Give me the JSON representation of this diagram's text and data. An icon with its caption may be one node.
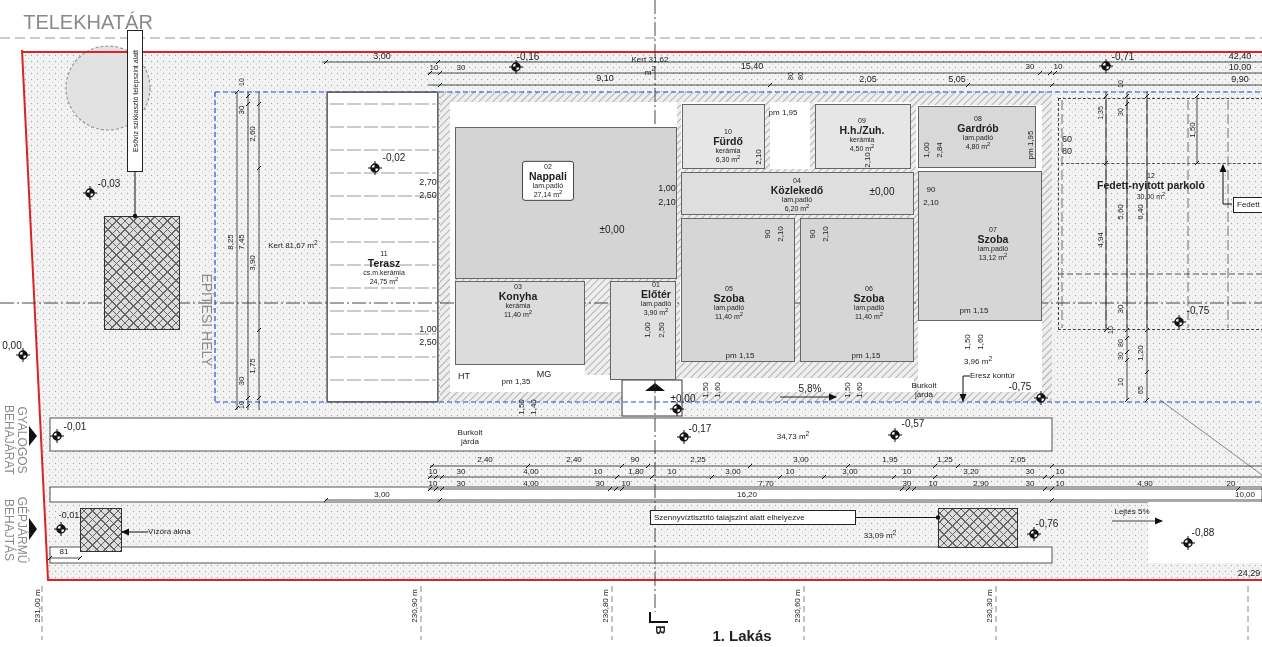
{
  "diagram": {
    "caption": "1. Lakás",
    "nodes": [
      {
        "text": [
          "Esővíz szikkasztó telepszint alatt"
        ]
      },
      {
        "text": [],
        "shape": "box"
      },
      {
        "text": [
          "02",
          "Nappali",
          "lam.padló",
          "27,14 m$^{2}$"
        ]
      },
      {
        "text": [
          "10",
          "Fürdő",
          "kerámia",
          "6,30 m$^{2}$"
        ]
      },
      {
        "text": [
          "09",
          "H.h./Zuh.",
          "kerámia",
          "4,50 m$^{2}$"
        ]
      },
      {
        "text": [
          "08",
          "Gardrób",
          "lam.padló",
          "4,80 m$^{2}$"
        ]
      },
      {
        "text": [
          "04",
          "Közlekedő",
          "lam.padló",
          "6,20 m$^{2}$"
        ]
      },
      {
        "text": [
          "11",
          "Terasz",
          "cs.m.kerámia",
          "24,75 m$^{2}$"
        ]
      },
      {
        "text": [
          "07",
          "Szoba",
          "lam.padló",
          "13,12 m$^{2}$"
        ]
      },
      {
        "text": [
          "12",
          "Fedett-nyitott parkoló",
          "30,00 m$^{2}$"
        ]
      },
      {
        "text": [
          "Fedett"
        ],
        "in": 9
      },
      {
        "text": [
          "03",
          "Konyha",
          "kerámia",
          "11,40 m$^{2}$"
        ]
      },
      {
        "text": [
          "01",
          "Előtér",
          "lam.padló",
          "3,90 m$^{2}$"
        ]
      },
      {
        "text": [
          "05",
          "Szoba",
          "lam.padló",
          "11,40 m$^{2}$"
        ]
      },
      {
        "text": [
          "06",
          "Szoba",
          "lam.padló",
          "11,40 m$^{2}$"
        ]
      },
      {
        "text": [
          "Eresz kontúr"
        ]
      },
      {
        "text": [
          "Vízóra akna"
        ]
      },
      {
        "text": [],
        "shape": "box"
      },
      {
        "text": [
          "Szennyvíztisztító talajszint alatt elhelyezve"
        ]
      },
      {
        "text": [],
        "shape": "box"
      },
      {
        "text": [],
        "shape": "bar",
        "in": 9
      }
    ],
    "edges": [
      {
        "from": 0,
        "to": 1,
        "arrow": "other"
      },
      {
        "from": 16,
        "to": 17,
        "arrow": "to"
      },
      {
        "from": 18,
        "to": 19,
        "arrow": "other"
      },
      {
        "from": 15,
        "to": null,
        "arrow": "to"
      },
      {
        "from": 10,
        "to": 20,
        "arrow": "to"
      }
    ],
    "labels": [
      "TELEKHATÁR",
      "3,00",
      "10",
      "30",
      "-0,16",
      "Kert 31,62 m$^{2}$",
      "9,10",
      "15,40",
      "80",
      "80",
      "2,05",
      "5,05",
      "30",
      "10",
      "-0,71",
      "42,40",
      "10,00",
      "9,90",
      "-0,03",
      "-0,02",
      "10",
      "30",
      "2,60",
      "8,25",
      "7,45",
      "3,90",
      "Kert 81,67 m$^{2}$",
      "ÉPÍTÉSI HELY",
      "1,75",
      "30",
      "10",
      "2,70",
      "2,50",
      "1,00",
      "2,50",
      "0,00",
      "±0,00",
      "1,00",
      "2,10",
      "pm 1,95",
      "2,10",
      "2,10",
      "1,00",
      "2,84",
      "pm 1,95",
      "60",
      "80",
      "±0,00",
      "90",
      "2,10",
      "90",
      "2,10",
      "90",
      "2,10",
      "1,00",
      "2,50",
      "HT",
      "pm 1,35",
      "MG",
      "pm 1,15",
      "pm 1,15",
      "pm 1,15",
      "1,50",
      "1,40",
      "1,50",
      "1,60",
      "5,8%",
      "±0,00",
      "1,50",
      "1,60",
      "1,50",
      "1,60",
      "3,96 m$^{2}$",
      "Burkolt járda",
      "-0,75",
      "-0,75",
      "10",
      "1,35",
      "30",
      "1,50",
      "5,60",
      "6,40",
      "4,94",
      "30",
      "10",
      "80",
      "30",
      "1,20",
      "10",
      "65",
      "GYALOGOS BEHAJÁRAT",
      "GÉPJÁRMŰ BEHAJTÁS",
      "-0,01",
      "Burkolt járda",
      "-0,17",
      "34,73 m$^{2}$",
      "-0,57",
      "2,40",
      "2,40",
      "90",
      "2,25",
      "3,00",
      "1,95",
      "1,25",
      "2,05",
      "10",
      "30",
      "4,00",
      "10",
      "1,80",
      "10",
      "3,00",
      "10",
      "3,00",
      "10",
      "3,20",
      "30",
      "10",
      "10",
      "30",
      "4,00",
      "30",
      "10",
      "7,70",
      "30",
      "10",
      "2,90",
      "30",
      "10",
      "4,90",
      "20",
      "3,00",
      "16,20",
      "10,00",
      "-0,01",
      "81",
      "33,09 m$^{2}$",
      "-0,76",
      "Lejtés 5%",
      "-0,88",
      "24,29",
      "231,00 m",
      "230,90 m",
      "230,80 m",
      "230,60 m",
      "230,30 m",
      "B"
    ]
  }
}
